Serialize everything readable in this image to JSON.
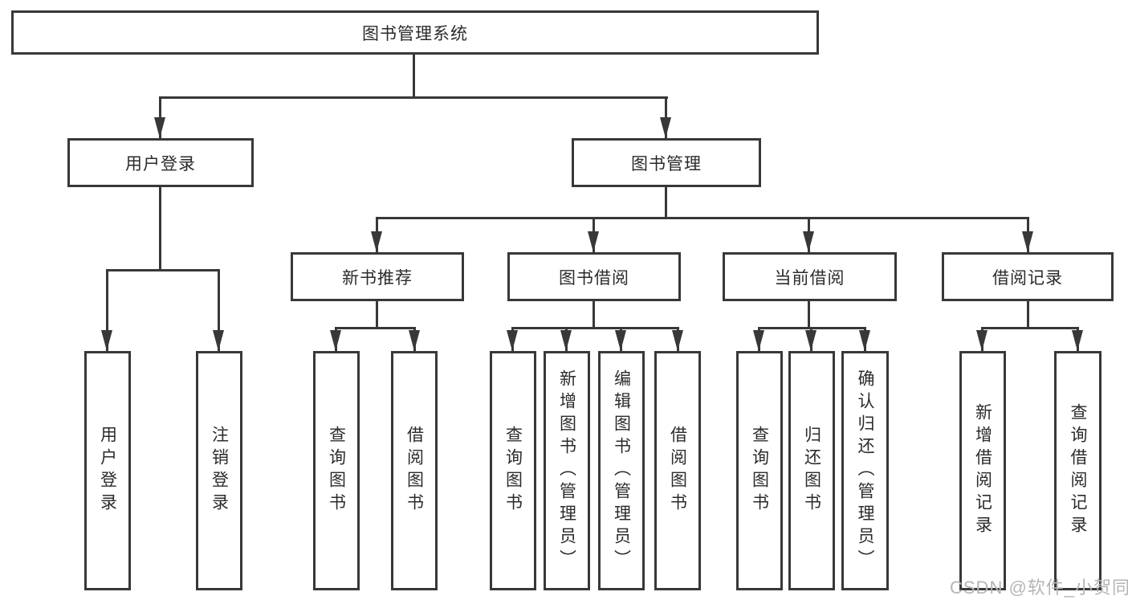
{
  "diagram_title": "图书管理系统",
  "tree": {
    "root": {
      "label": "图书管理系统",
      "children": [
        {
          "label": "用户登录",
          "children": [
            {
              "label": "用户登录"
            },
            {
              "label": "注销登录"
            }
          ]
        },
        {
          "label": "图书管理",
          "children": [
            {
              "label": "新书推荐",
              "children": [
                {
                  "label": "查询图书"
                },
                {
                  "label": "借阅图书"
                }
              ]
            },
            {
              "label": "图书借阅",
              "children": [
                {
                  "label": "查询图书"
                },
                {
                  "label": "新增图书（管理员）"
                },
                {
                  "label": "编辑图书（管理员）"
                },
                {
                  "label": "借阅图书"
                }
              ]
            },
            {
              "label": "当前借阅",
              "children": [
                {
                  "label": "查询图书"
                },
                {
                  "label": "归还图书"
                },
                {
                  "label": "确认归还（管理员）"
                }
              ]
            },
            {
              "label": "借阅记录",
              "children": [
                {
                  "label": "新增借阅记录"
                },
                {
                  "label": "查询借阅记录"
                }
              ]
            }
          ]
        }
      ]
    }
  },
  "watermark": {
    "text": "CSDN @软件_小贺同学"
  },
  "colors": {
    "line": "#383838",
    "text": "#2b2b2b",
    "watermark": "#b5b5b5",
    "box_background": "#ffffff",
    "page_background": "#ffffff"
  }
}
